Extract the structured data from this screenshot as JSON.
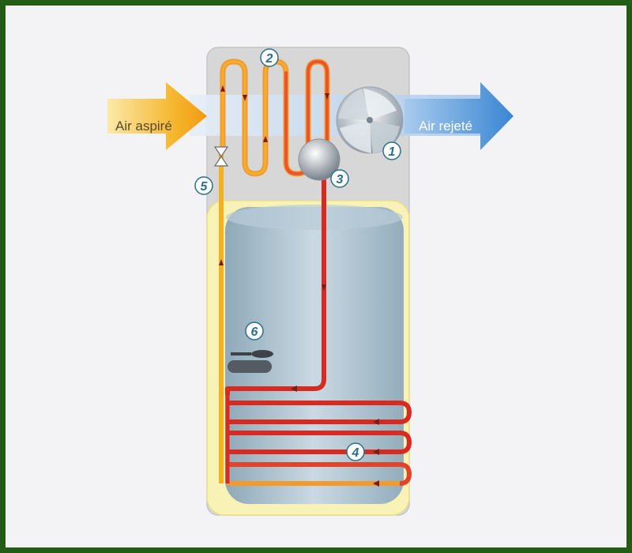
{
  "diagram": {
    "air_in_label": "Air aspiré",
    "air_out_label": "Air rejeté",
    "callouts": [
      {
        "id": "fan",
        "number": "1"
      },
      {
        "id": "evaporator",
        "number": "2"
      },
      {
        "id": "compressor",
        "number": "3"
      },
      {
        "id": "condenser",
        "number": "4"
      },
      {
        "id": "expansion-valve",
        "number": "5"
      },
      {
        "id": "heating-element",
        "number": "6"
      }
    ],
    "colors": {
      "hot_line": "#d92a22",
      "warm_line": "#f08a2a",
      "cool_line": "#f5b21c",
      "air_in": "#f4ac1c",
      "air_out": "#3f8fd6",
      "tank": "#a9c2d1",
      "casing": "#d7d7d7",
      "insulation": "#f8f2b6"
    }
  }
}
